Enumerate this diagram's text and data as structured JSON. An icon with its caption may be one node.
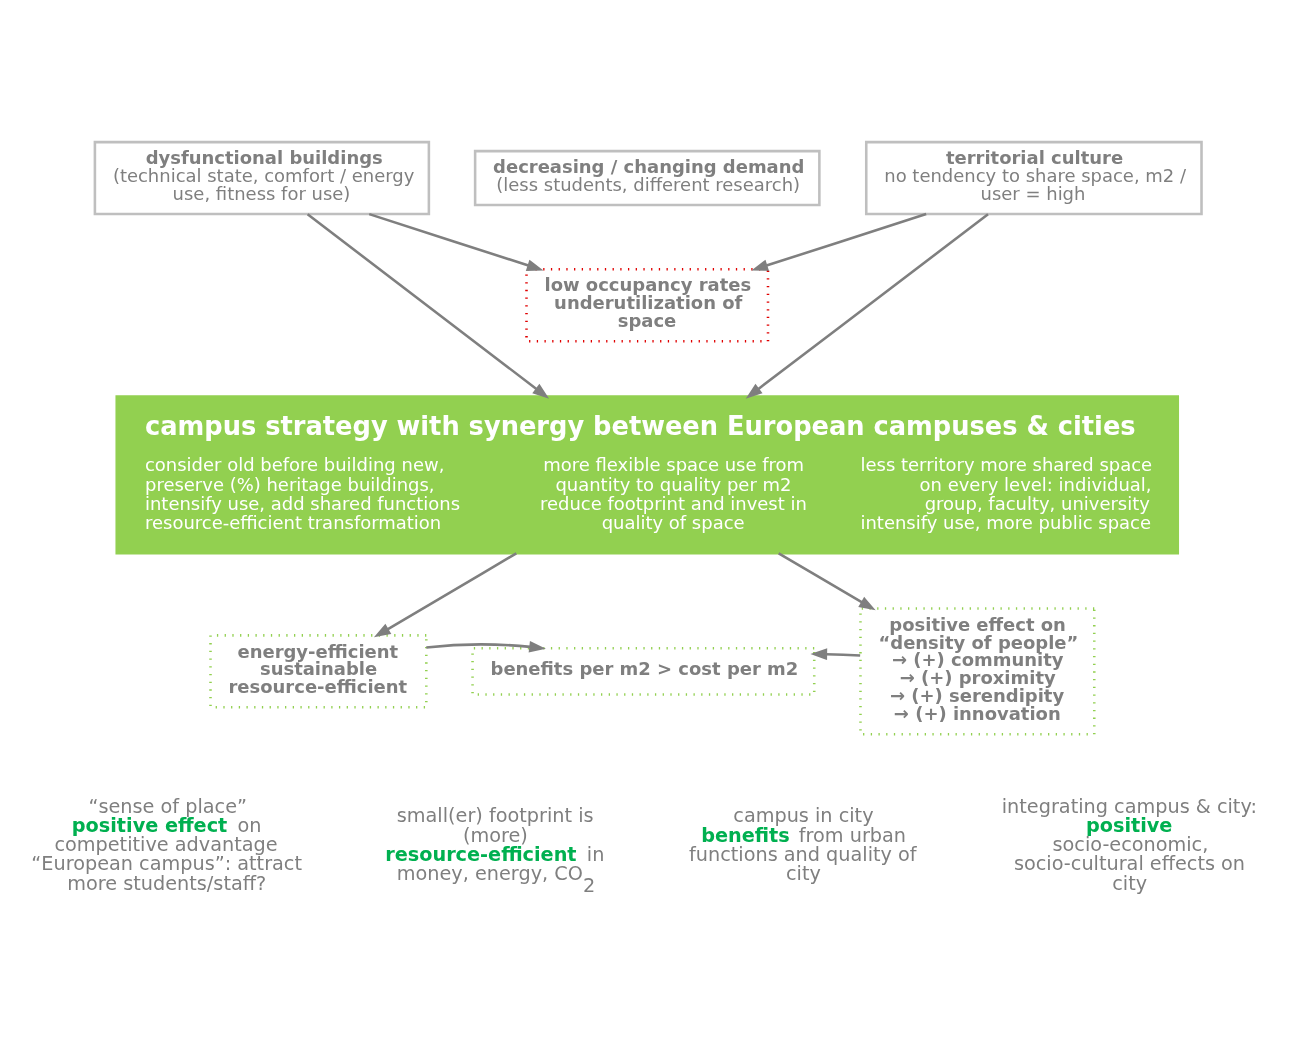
{
  "diagram": {
    "nodes": [
      {
        "text": [
          "dysfunctional buildings",
          "(technical state, comfort / energy use, fitness for use)"
        ]
      },
      {
        "text": [
          "decreasing / changing demand",
          "(less students, different research)"
        ]
      },
      {
        "text": [
          "territorial culture",
          "no tendency to share space, m2 / user = high"
        ]
      },
      {
        "text": [
          "low occupancy rates underutilization of space"
        ]
      },
      {
        "text": [
          "campus strategy with synergy between European campuses & cities",
          "consider old before building new, preserve (%) heritage buildings, intensify use, add shared functions resource-efficient transformation",
          "more flexible space use from quantity to quality per m2 reduce footprint and invest in quality of space",
          "less territory more shared space on every level: individual, group, faculty, university intensify use, more public space"
        ]
      },
      {
        "text": [
          "energy-efficient sustainable resource-efficient"
        ]
      },
      {
        "text": [
          "benefits per m2 > cost per m2"
        ]
      },
      {
        "text": [
          "positive effect on “density of people”",
          "→ (+) community",
          "→ (+) proximity",
          "→ (+) serendipity",
          "→ (+) innovation"
        ]
      }
    ],
    "edges": [
      {
        "from": 0,
        "to": 4,
        "arrow": "to"
      },
      {
        "from": 0,
        "to": 3,
        "arrow": "to"
      },
      {
        "from": 2,
        "to": 3,
        "arrow": "to"
      },
      {
        "from": 2,
        "to": 4,
        "arrow": "to"
      },
      {
        "from": 4,
        "to": 5,
        "arrow": "to"
      },
      {
        "from": 4,
        "to": 7,
        "arrow": "to"
      },
      {
        "from": 5,
        "to": 6,
        "arrow": "to"
      },
      {
        "from": 7,
        "to": 6,
        "arrow": "to"
      }
    ],
    "labels": [
      "“sense of place” **positive effect** on competitive advantage “European campus”: attract more students/staff?",
      "small(er) footprint is (more) **resource-efficient** in money, energy, CO$_{2}$",
      "campus in city **benefits** from urban functions and quality of city",
      "integrating campus & city: **positive** socio-economic, socio-cultural effects on city"
    ]
  }
}
